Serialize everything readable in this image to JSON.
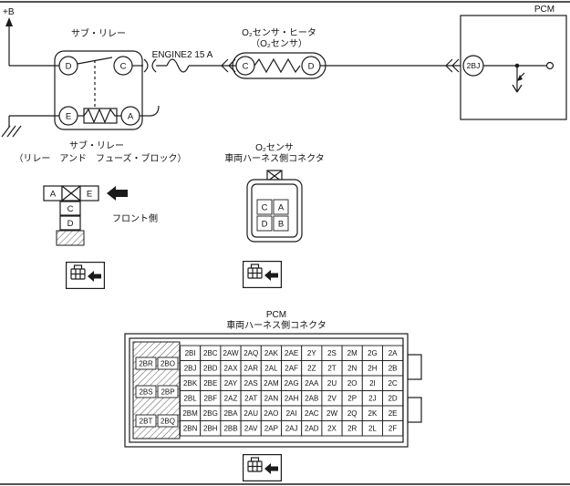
{
  "colors": {
    "line": "#1b1b1b",
    "background": "#ffffff"
  },
  "power": {
    "label": "+B"
  },
  "relay": {
    "top_label": "サブ・リレー",
    "terminals": {
      "top_left": "D",
      "top_right": "C",
      "bottom_left": "E",
      "bottom_right": "A"
    },
    "caption_line1": "サブ・リレー",
    "caption_line2": "（リレー　アンド　フューズ・ブロック）"
  },
  "fuse": {
    "label": "ENGINE2 15 A"
  },
  "heater": {
    "label_line1": "O₂センサ・ヒータ",
    "label_line2": "（O₂センサ）",
    "terminal_left": "C",
    "terminal_right": "D"
  },
  "pcm_box": {
    "label": "PCM",
    "pin": "2BJ"
  },
  "relay_connector": {
    "pin_a": "A",
    "pin_e": "E",
    "pin_c": "C",
    "pin_d": "D",
    "front_label": "フロント側"
  },
  "o2_connector": {
    "title_line1": "O₂センサ",
    "title_line2": "車両ハーネス側コネクタ",
    "pins": [
      [
        "C",
        "A"
      ],
      [
        "D",
        "B"
      ]
    ]
  },
  "pcm_connector": {
    "title_line1": "PCM",
    "title_line2": "車両ハーネス側コネクタ",
    "left_pins": [
      [
        "2BR",
        "2BO"
      ],
      [
        "2BS",
        "2BP"
      ],
      [
        "2BT",
        "2BQ"
      ]
    ],
    "grid": [
      [
        "2BI",
        "2BC",
        "2AW",
        "2AQ",
        "2AK",
        "2AE",
        "2Y",
        "2S",
        "2M",
        "2G",
        "2A"
      ],
      [
        "2BJ",
        "2BD",
        "2AX",
        "2AR",
        "2AL",
        "2AF",
        "2Z",
        "2T",
        "2N",
        "2H",
        "2B"
      ],
      [
        "2BK",
        "2BE",
        "2AY",
        "2AS",
        "2AM",
        "2AG",
        "2AA",
        "2U",
        "2O",
        "2I",
        "2C"
      ],
      [
        "2BL",
        "2BF",
        "2AZ",
        "2AT",
        "2AN",
        "2AH",
        "2AB",
        "2V",
        "2P",
        "2J",
        "2D"
      ],
      [
        "2BM",
        "2BG",
        "2BA",
        "2AU",
        "2AO",
        "2AI",
        "2AC",
        "2W",
        "2Q",
        "2K",
        "2E"
      ],
      [
        "2BN",
        "2BH",
        "2BB",
        "2AV",
        "2AP",
        "2AJ",
        "2AD",
        "2X",
        "2R",
        "2L",
        "2F"
      ]
    ]
  }
}
